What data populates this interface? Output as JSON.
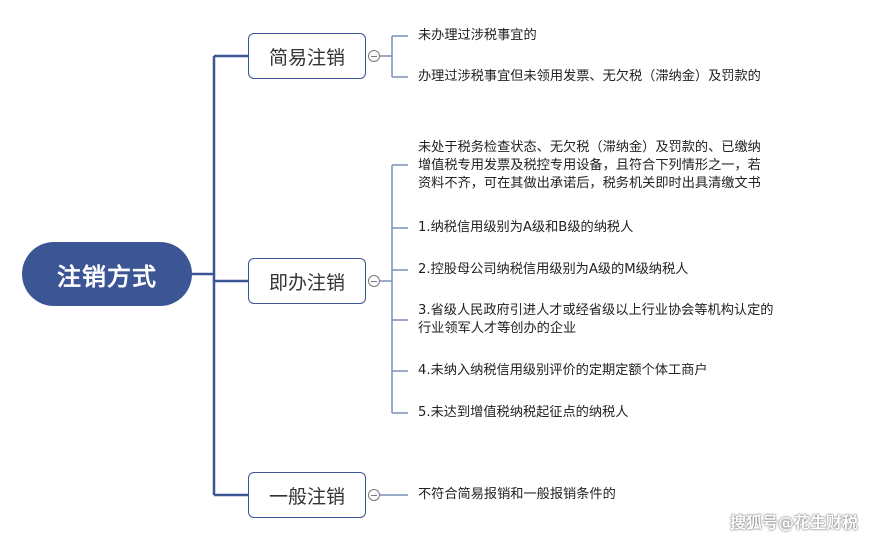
{
  "diagram": {
    "root": {
      "label": "注销方式"
    },
    "branches": [
      {
        "label": "简易注销",
        "leaves": [
          "未办理过涉税事宜的",
          "办理过涉税事宜但未领用发票、无欠税（滞纳金）及罚款的"
        ]
      },
      {
        "label": "即办注销",
        "leaves": [
          "未处于税务检查状态、无欠税（滞纳金）及罚款的、已缴纳",
          "增值税专用发票及税控专用设备，且符合下列情形之一，若",
          "资料不齐，可在其做出承诺后，税务机关即时出具清缴文书",
          "1.纳税信用级别为A级和B级的纳税人",
          "2.控股母公司纳税信用级别为A级的M级纳税人",
          "3.省级人民政府引进人才或经省级以上行业协会等机构认定的",
          "行业领军人才等创办的企业",
          "4.未纳入纳税信用级别评价的定期定额个体工商户",
          "5.未达到增值税纳税起征点的纳税人"
        ]
      },
      {
        "label": "一般注销",
        "leaves": [
          "不符合简易报销和一般报销条件的"
        ]
      }
    ]
  },
  "watermark": "搜狐号@花生财税",
  "colors": {
    "primary": "#3c5595",
    "line": "#7d8fb8"
  }
}
